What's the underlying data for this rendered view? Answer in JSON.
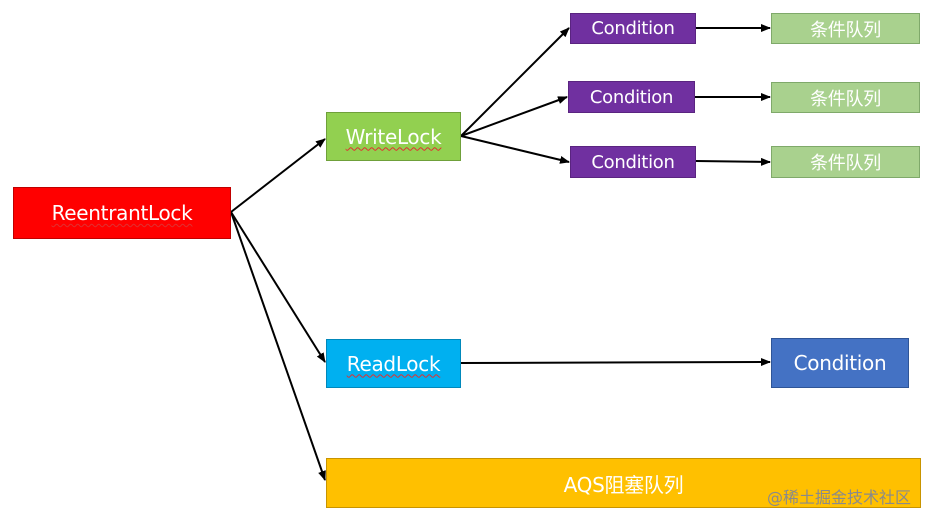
{
  "nodes": {
    "reentrant_lock": "ReentrantLock",
    "write_lock": "WriteLock",
    "read_lock": "ReadLock",
    "aqs_queue": "AQS阻塞队列",
    "write_condition_1": "Condition",
    "write_condition_2": "Condition",
    "write_condition_3": "Condition",
    "read_condition": "Condition",
    "condition_queue_1": "条件队列",
    "condition_queue_2": "条件队列",
    "condition_queue_3": "条件队列"
  },
  "colors": {
    "reentrant_lock": "#ff0000",
    "write_lock": "#92d050",
    "read_lock": "#00b0f0",
    "aqs_queue": "#ffc000",
    "condition_purple": "#7030a0",
    "read_condition": "#4472c4",
    "condition_queue": "#a9d18e"
  },
  "watermark": "@稀土掘金技术社区"
}
